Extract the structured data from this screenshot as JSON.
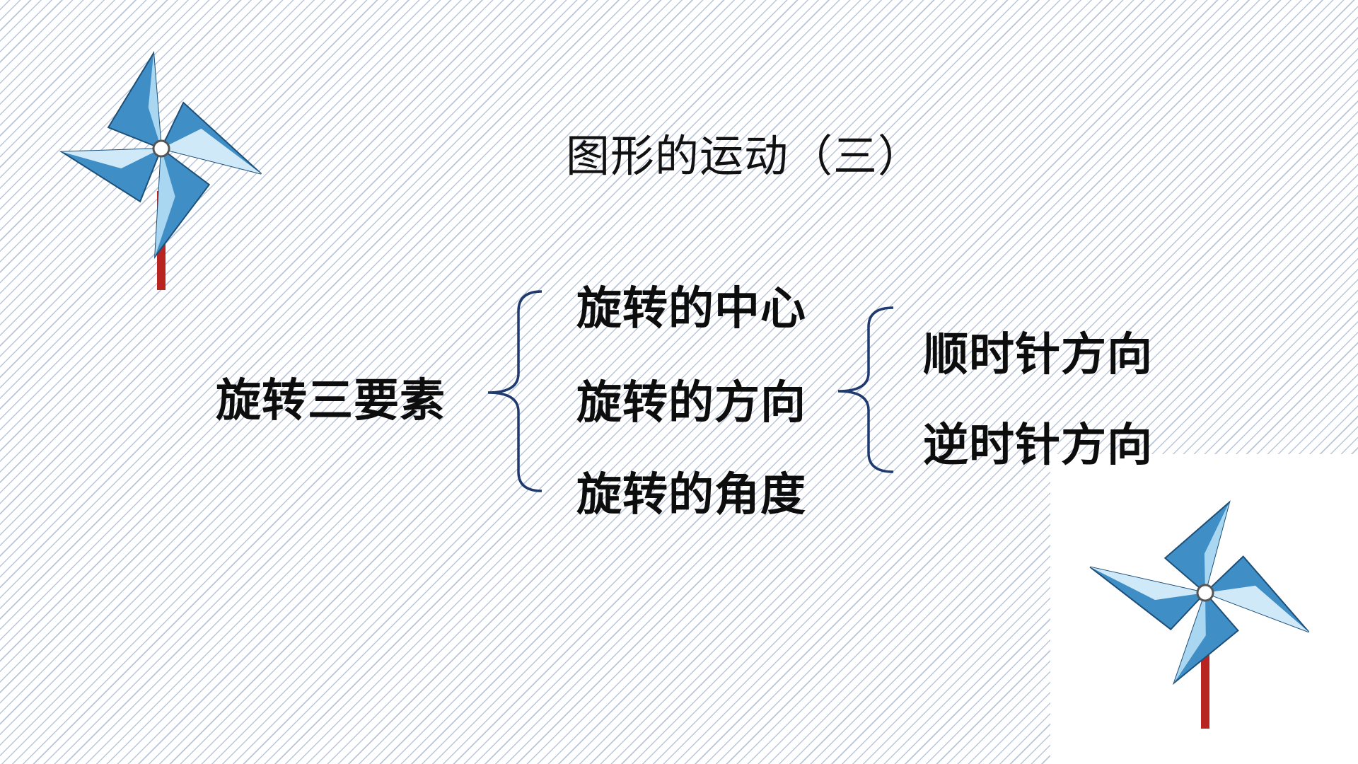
{
  "slide": {
    "title": "图形的运动（三）",
    "root": "旋转三要素",
    "elements": [
      "旋转的中心",
      "旋转的方向",
      "旋转的角度"
    ],
    "directions": [
      "顺时针方向",
      "逆时针方向"
    ]
  },
  "colors": {
    "brace": "#1f3a6e",
    "stripe": "#b9c5d8",
    "text": "#0d0d0d",
    "pinwheel_blue": "#3f8fc6",
    "pinwheel_light": "#a9d6f0",
    "stick": "#b8241f"
  }
}
